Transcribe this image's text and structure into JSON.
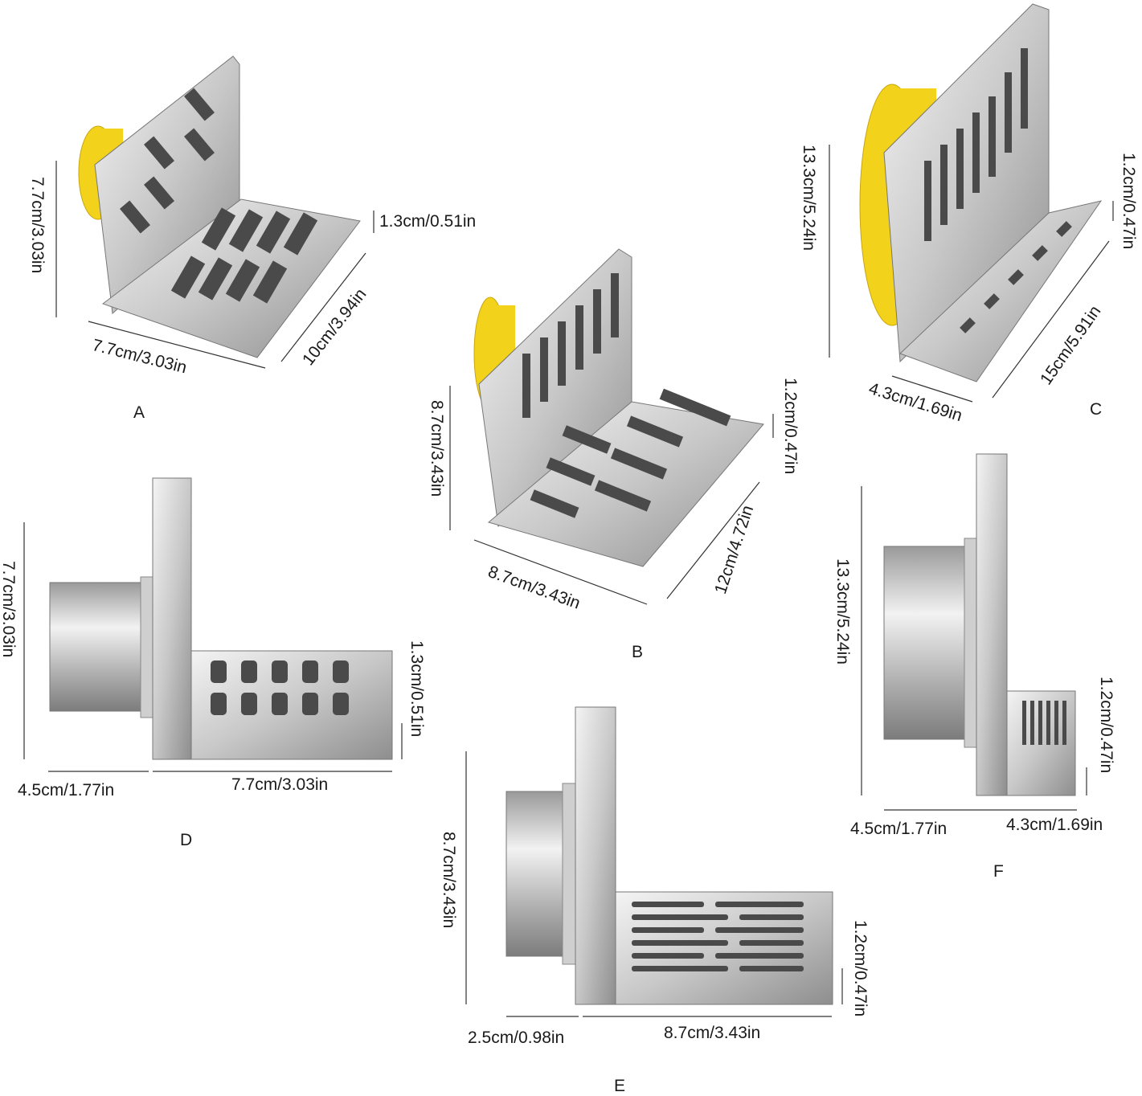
{
  "variants": [
    {
      "letter": "A",
      "dims": [
        "7.7cm/3.03in",
        "1.3cm/0.51in",
        "7.7cm/3.03in",
        "10cm/3.94in"
      ]
    },
    {
      "letter": "B",
      "dims": [
        "8.7cm/3.43in",
        "1.2cm/0.47in",
        "8.7cm/3.43in",
        "12cm/4.72in"
      ]
    },
    {
      "letter": "C",
      "dims": [
        "13.3cm/5.24in",
        "1.2cm/0.47in",
        "4.3cm/1.69in",
        "15cm/5.91in"
      ]
    },
    {
      "letter": "D",
      "dims": [
        "7.7cm/3.03in",
        "1.3cm/0.51in",
        "4.5cm/1.77in",
        "7.7cm/3.03in"
      ]
    },
    {
      "letter": "E",
      "dims": [
        "8.7cm/3.43in",
        "1.2cm/0.47in",
        "2.5cm/0.98in",
        "8.7cm/3.43in"
      ]
    },
    {
      "letter": "F",
      "dims": [
        "13.3cm/5.24in",
        "1.2cm/0.47in",
        "4.5cm/1.77in",
        "4.3cm/1.69in"
      ]
    }
  ],
  "colors": {
    "steel_light": "#e6e6e6",
    "steel_mid": "#b9b9b9",
    "steel_dark": "#6f6f6f",
    "gasket": "#f3d21b",
    "line": "#333333"
  }
}
